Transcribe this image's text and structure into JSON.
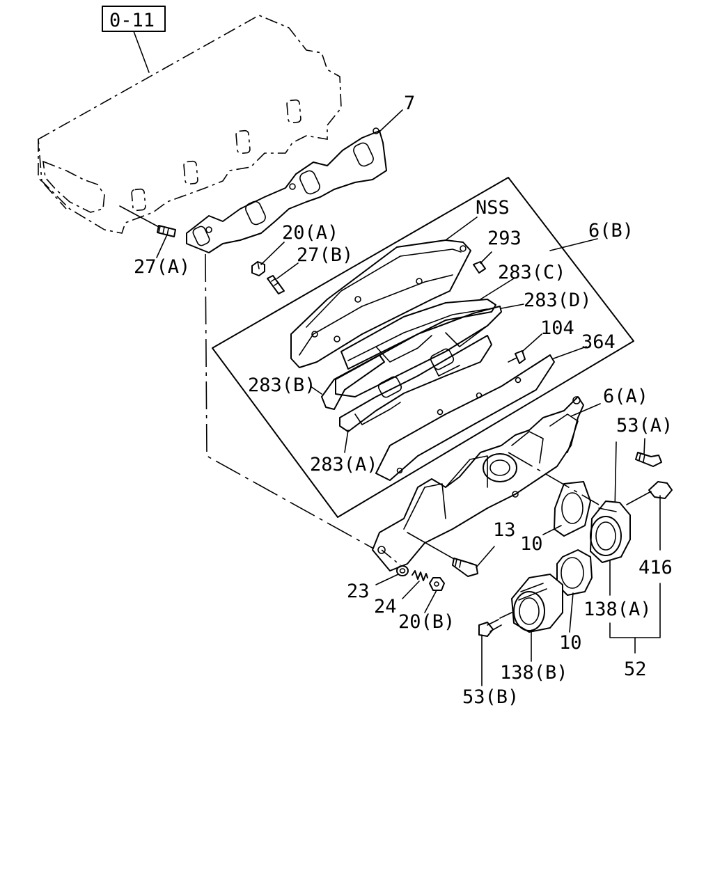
{
  "reference_box": "0-11",
  "labels": {
    "l7": "7",
    "l27a": "27(A)",
    "l20a": "20(A)",
    "l27b": "27(B)",
    "lnss": "NSS",
    "l293": "293",
    "l6b": "6(B)",
    "l283c": "283(C)",
    "l283d": "283(D)",
    "l104": "104",
    "l364": "364",
    "l283b": "283(B)",
    "l6a": "6(A)",
    "l283a": "283(A)",
    "l53a": "53(A)",
    "l13": "13",
    "l10a": "10",
    "l416": "416",
    "l23": "23",
    "l24": "24",
    "l20b": "20(B)",
    "l138a": "138(A)",
    "l10b": "10",
    "l138b": "138(B)",
    "l52": "52",
    "l53b": "53(B)"
  }
}
